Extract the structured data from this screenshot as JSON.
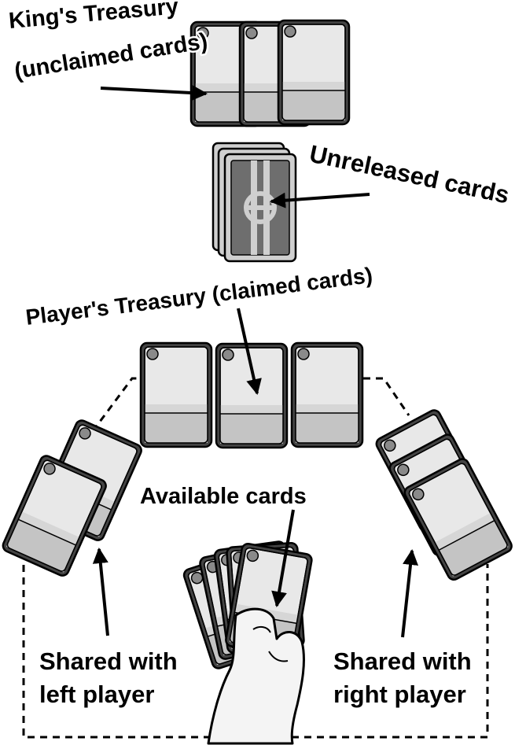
{
  "labels": {
    "kings_treasury_line1": "King's Treasury",
    "kings_treasury_line2": "(unclaimed cards)",
    "unreleased": "Unreleased cards",
    "players_treasury": "Player's Treasury (claimed cards)",
    "available": "Available cards",
    "shared_left_line1": "Shared with",
    "shared_left_line2": "left player",
    "shared_right_line1": "Shared with",
    "shared_right_line2": "right player"
  },
  "colors": {
    "card_face": "#e8e8e8",
    "card_band": "#c4c4c4",
    "card_divider": "#d8d8d8",
    "card_back": "#6e6e6e",
    "card_edge": "#444444",
    "pip": "#8a8a8a",
    "stroke": "#000000",
    "background": "#ffffff"
  },
  "icons": {
    "card_back_emblem": "circle-crosshair-icon",
    "hand": "hand-holding-cards-icon"
  }
}
